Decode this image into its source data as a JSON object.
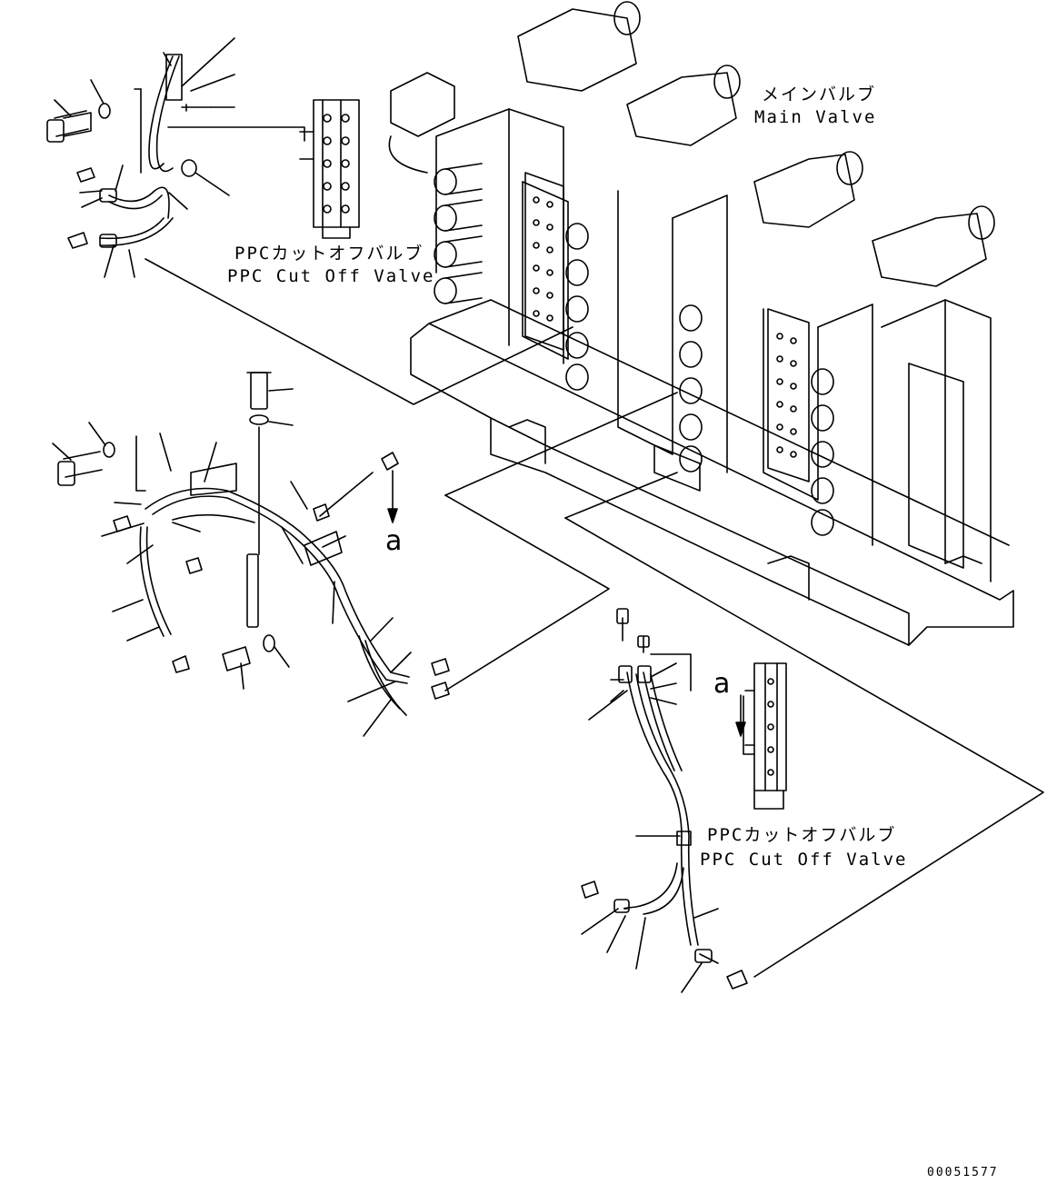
{
  "labels": {
    "main_valve_jp": "メインバルブ",
    "main_valve_en": "Main Valve",
    "ppc_cutoff_top_jp": "PPCカットオフバルブ",
    "ppc_cutoff_top_en": "PPC Cut Off Valve",
    "ppc_cutoff_bottom_jp": "PPCカットオフバルブ",
    "ppc_cutoff_bottom_en": "PPC Cut Off Valve",
    "view_arrow_a_upper": "a",
    "view_arrow_a_lower": "a",
    "drawing_number": "00051577"
  },
  "colors": {
    "line": "#000000",
    "background": "#ffffff"
  }
}
